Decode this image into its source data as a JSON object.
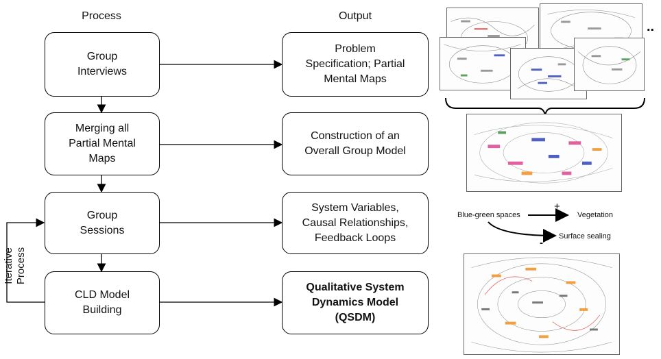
{
  "headers": {
    "process": "Process",
    "output": "Output"
  },
  "process_steps": [
    {
      "label": "Group\nInterviews"
    },
    {
      "label": "Merging all\nPartial Mental\nMaps"
    },
    {
      "label": "Group\nSessions"
    },
    {
      "label": "CLD Model\nBuilding"
    }
  ],
  "outputs": [
    {
      "label": "Problem\nSpecification; Partial\nMental Maps"
    },
    {
      "label": "Construction of an\nOverall Group Model"
    },
    {
      "label": "System Variables,\nCausal Relationships,\nFeedback Loops"
    },
    {
      "label": "Qualitative System\nDynamics Model\n(QSDM)"
    }
  ],
  "iteration_label": "Iterative\nProcess",
  "ellipsis": "..",
  "causal_example": {
    "source": "Blue-green spaces",
    "positive_target": "Vegetation",
    "negative_target": "Surface sealing",
    "positive_sign": "+",
    "negative_sign": "-"
  },
  "colors": {
    "line": "#000000",
    "thumb_red": "#e05050",
    "thumb_blue": "#5060c0",
    "thumb_orange": "#f0a040",
    "thumb_pink": "#e060a0"
  }
}
